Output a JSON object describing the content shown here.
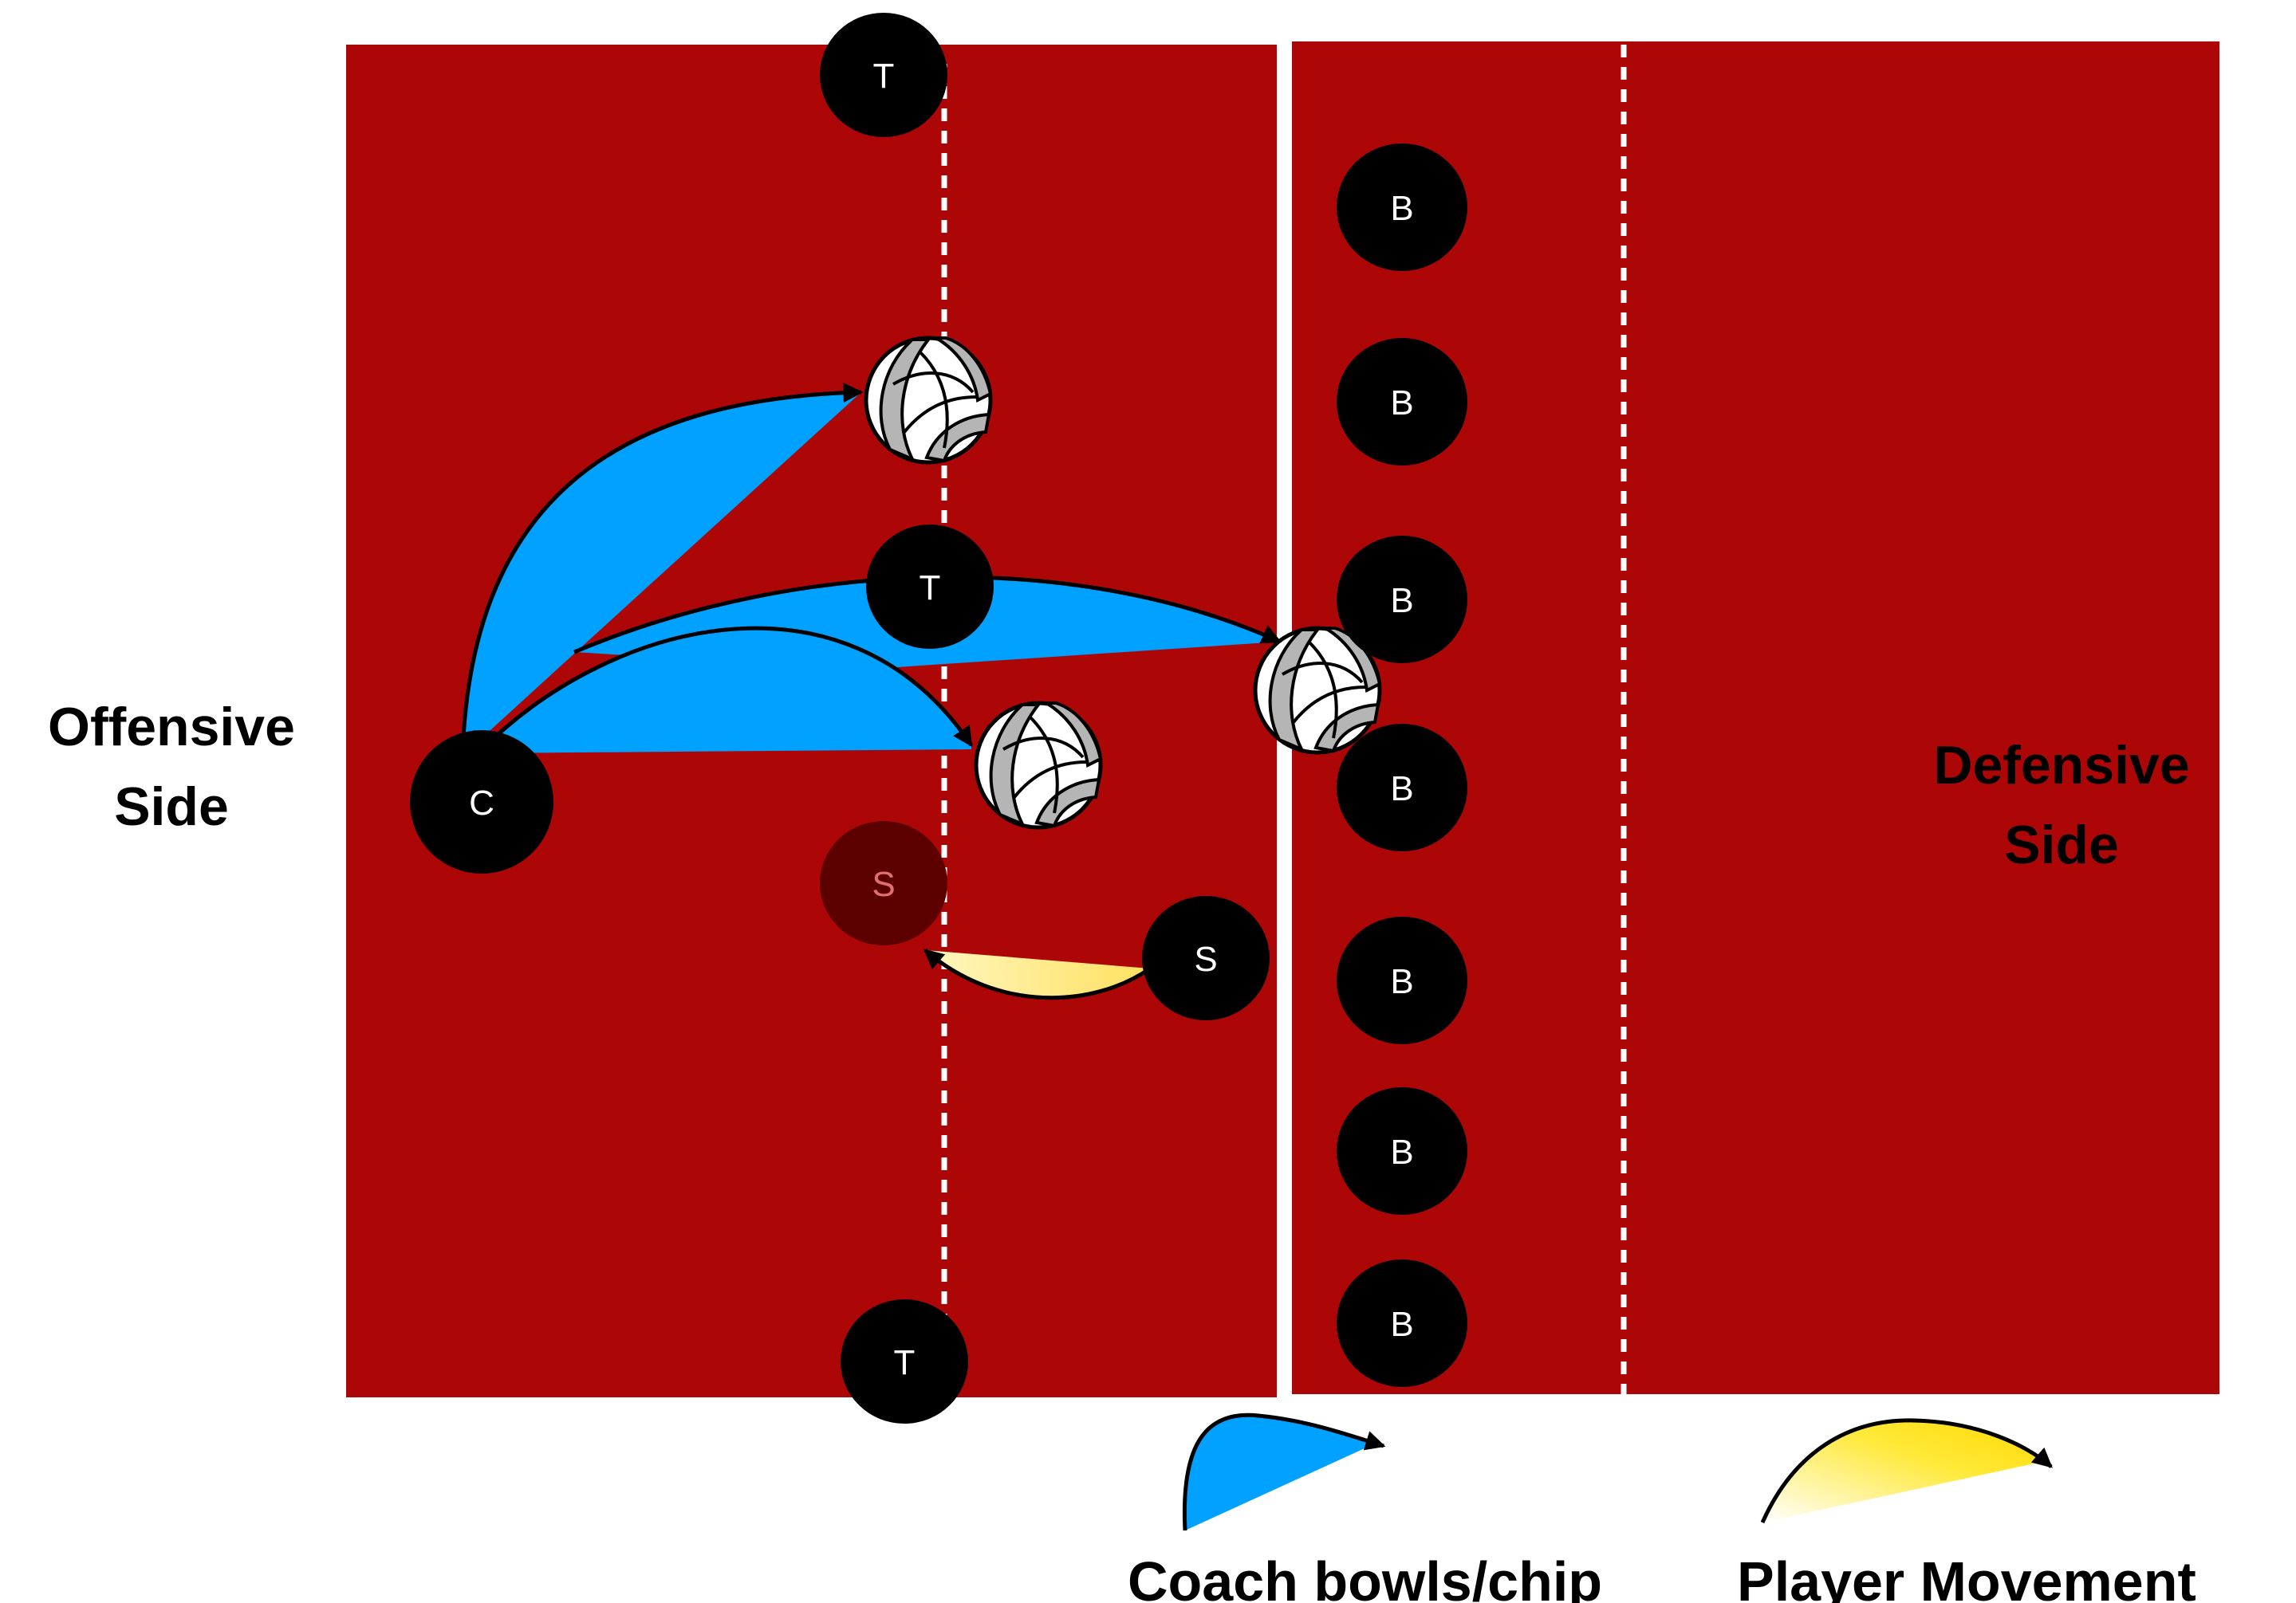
{
  "labels": {
    "offensive_line1": "Offensive",
    "offensive_line2": "Side",
    "defensive_line1": "Defensive",
    "defensive_line2": "Side"
  },
  "players": {
    "targets": [
      "T",
      "T",
      "T"
    ],
    "coach": "C",
    "server_start": "S",
    "server_end": "S",
    "blockers": [
      "B",
      "B",
      "B",
      "B",
      "B",
      "B",
      "B"
    ]
  },
  "legend": {
    "coach_bowls": "Coach bowls/chip",
    "player_movement": "Player Movement"
  },
  "colors": {
    "court": "#ac0606",
    "blue_arrow": "#00a1ff",
    "yellow_arrow": "#ffe93a",
    "player": "#000000",
    "ghost_player": "#5c0000",
    "lines": "#ffffff"
  },
  "icons": [
    "volleyball-icon",
    "arrowhead-icon"
  ]
}
